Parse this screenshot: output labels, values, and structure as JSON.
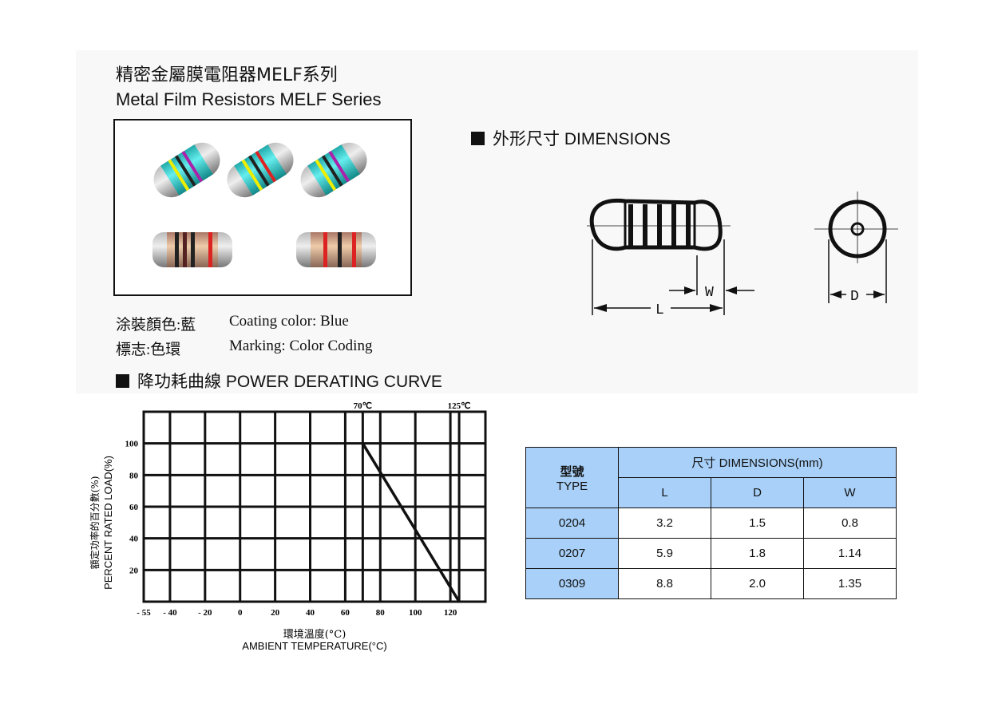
{
  "header": {
    "title_cn": "精密金屬膜電阻器MELF系列",
    "title_en": "Metal Film Resistors   MELF Series"
  },
  "dimensions_section": {
    "title": "外形尺寸 DIMENSIONS",
    "labels": {
      "L": "L",
      "W": "W",
      "D": "D"
    }
  },
  "specs": [
    {
      "label": "涂裝顏色:藍",
      "value": "Coating color: Blue"
    },
    {
      "label": "標志:色環",
      "value": "Marking: Color Coding"
    }
  ],
  "derating_section": {
    "title": "降功耗曲線 POWER DERATING CURVE"
  },
  "chart_data": {
    "type": "line",
    "title": "POWER DERATING CURVE",
    "ylabel_cn": "額定功率的百分數(%)",
    "ylabel": "PERCENT RATED LOAD(%)",
    "xlabel_cn": "環境溫度(°C)",
    "xlabel": "AMBIENT TEMPERATURE(°C)",
    "xlim": [
      -55,
      140
    ],
    "ylim": [
      0,
      120
    ],
    "x_ticks": [
      -55,
      -40,
      -20,
      0,
      20,
      40,
      60,
      80,
      100,
      120
    ],
    "x_tick_labels": [
      "- 55",
      "- 40",
      "- 20",
      "0",
      "20",
      "40",
      "60",
      "80",
      "100",
      "120"
    ],
    "y_ticks": [
      20,
      40,
      60,
      80,
      100
    ],
    "y_tick_labels": [
      "20",
      "40",
      "60",
      "80",
      "100"
    ],
    "extra_gridlines_x": [
      70,
      125
    ],
    "annotations": [
      "70℃",
      "125℃"
    ],
    "grid": true,
    "series": [
      {
        "name": "derating",
        "x": [
          70,
          125
        ],
        "y": [
          100,
          0
        ]
      }
    ]
  },
  "table": {
    "type_header_cn": "型號",
    "type_header_en": "TYPE",
    "dim_header": "尺寸 DIMENSIONS(mm)",
    "columns": [
      "L",
      "D",
      "W"
    ],
    "rows": [
      {
        "type": "0204",
        "L": "3.2",
        "D": "1.5",
        "W": "0.8"
      },
      {
        "type": "0207",
        "L": "5.9",
        "D": "1.8",
        "W": "1.14"
      },
      {
        "type": "0309",
        "L": "8.8",
        "D": "2.0",
        "W": "1.35"
      }
    ]
  },
  "colors": {
    "table_header": "#a8d0f8",
    "coating_blue": "#3cc8d0",
    "body_tan": "#d8a878"
  }
}
